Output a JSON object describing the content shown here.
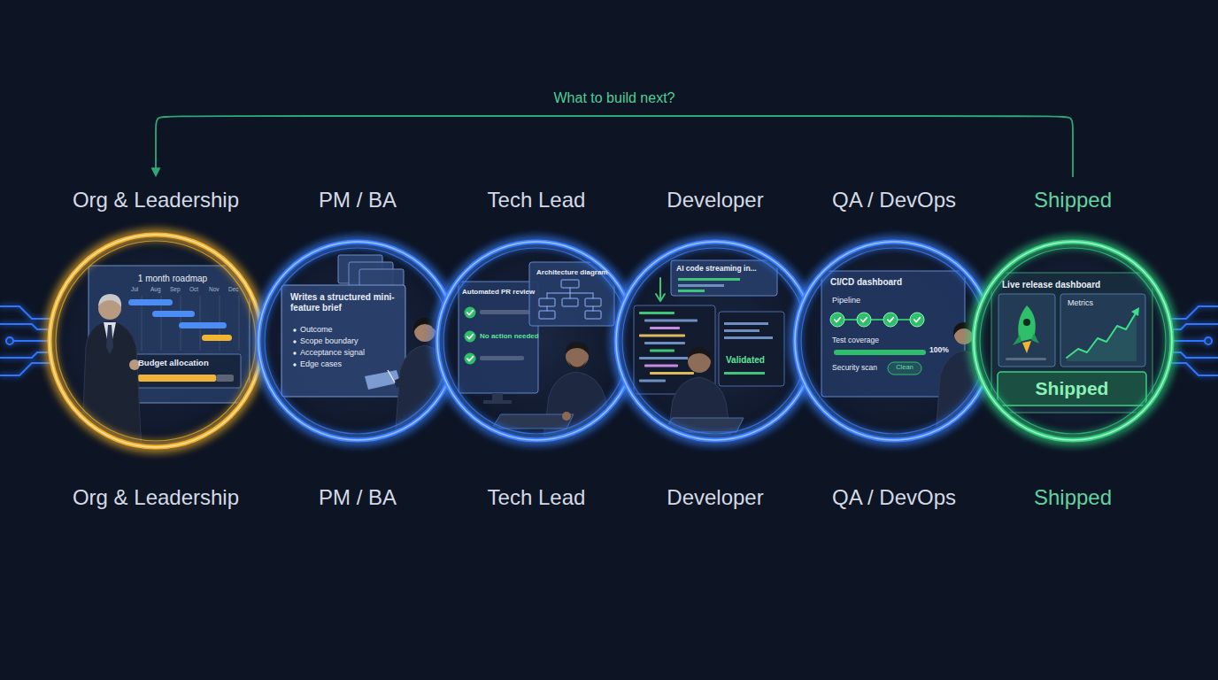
{
  "diagram": {
    "nodes": [
      {
        "text": [
          "Org & Leadership",
          "1 month roadmap",
          "Jul",
          "Aug",
          "Sep",
          "Oct",
          "Nov",
          "Dec",
          "Budget allocation",
          "Org & Leadership"
        ]
      },
      {
        "text": [
          "PM / BA",
          "Writes a structured mini-feature brief",
          "Outcome",
          "Scope boundary",
          "Acceptance signal",
          "Edge cases",
          "PM / BA"
        ]
      },
      {
        "text": [
          "Tech Lead",
          "Automated PR review",
          "No action needed",
          "Architecture diagram",
          "Tech Lead"
        ]
      },
      {
        "text": [
          "Developer",
          "AI code streaming in...",
          "Validated",
          "Developer"
        ]
      },
      {
        "text": [
          "QA / DevOps",
          "CI/CD dashboard",
          "Pipeline",
          "Test coverage",
          "100%",
          "Security scan",
          "Clean",
          "QA / DevOps"
        ]
      },
      {
        "text": [
          "Shipped",
          "Live release dashboard",
          "Metrics",
          "Shipped",
          "Shipped"
        ]
      }
    ],
    "edges": [
      {
        "from": 5,
        "to": 0,
        "arrow": "to",
        "label": "What to build next?"
      }
    ]
  }
}
